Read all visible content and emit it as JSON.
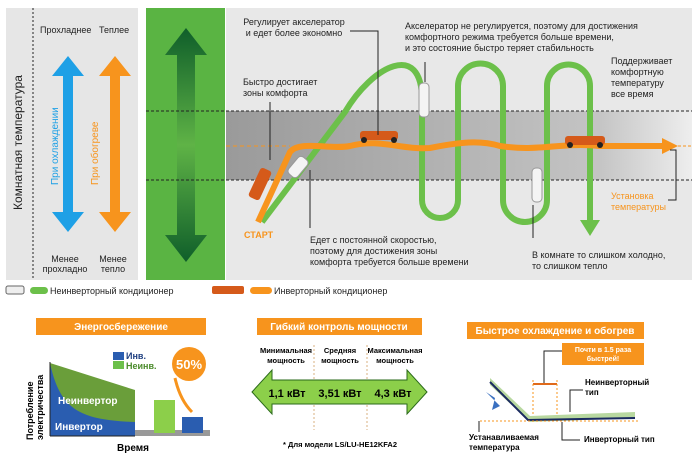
{
  "left_panel": {
    "axis_label": "Комнатная температура",
    "cooler": "Прохладнее",
    "warmer": "Теплее",
    "cooling_arrow": "При охлаждении",
    "heating_arrow": "При обогреве",
    "less_cool": [
      "Менее",
      "прохладно"
    ],
    "less_warm": [
      "Менее",
      "тепло"
    ]
  },
  "main": {
    "callout_accel": [
      "Регулирует акселератор",
      "и едет более экономно"
    ],
    "callout_fast": [
      "Быстро достигает",
      "зоны комфорта"
    ],
    "callout_no_accel": [
      "Акселератор не регулируется, поэтому для достижения",
      "комфортного режима требуется больше времени,",
      "и это состояние быстро теряет стабильность"
    ],
    "callout_maintain": [
      "Поддерживает",
      "комфортную",
      "температуру",
      "все время"
    ],
    "start": "СТАРТ",
    "callout_constant": [
      "Едет с постоянной скоростью,",
      "поэтому для достижения зоны",
      "комфорта требуется больше времени"
    ],
    "callout_cold_warm": [
      "В комнате то слишком холодно,",
      "то слишком тепло"
    ],
    "setpoint": [
      "Установка",
      "температуры"
    ]
  },
  "legend": {
    "non_inverter": "Неинверторный кондиционер",
    "inverter": "Инверторный кондиционер"
  },
  "energy": {
    "title": "Энергосбережение",
    "ylabel": [
      "Потребление",
      "электричества"
    ],
    "xlabel": "Время",
    "legend_inv": "Инв.",
    "legend_noninv": "Неинв.",
    "area_noninv": "Неинвертор",
    "area_inv": "Инвертор",
    "saving": "50%"
  },
  "power": {
    "title": "Гибкий контроль мощности",
    "labels": [
      [
        "Минимальная",
        "мощность"
      ],
      [
        "Средняя",
        "мощность"
      ],
      [
        "Максимальная",
        "мощность"
      ]
    ],
    "values": [
      "1,1 кВт",
      "3,51 кВт",
      "4,3 кВт"
    ],
    "footnote": "* Для модели LS/LU-HE12KFA2"
  },
  "fast": {
    "title": "Быстрое охлаждение и обогрев",
    "badge": [
      "Почти в 1.5 раза",
      "быстрей!"
    ],
    "non_inverter": [
      "Неинверторный",
      "тип"
    ],
    "inverter": "Инверторный тип",
    "setpoint": [
      "Устанавливаемая",
      "температура"
    ]
  },
  "colors": {
    "green": "#6cc04a",
    "orange": "#f7941d",
    "blue": "#1ea0e6",
    "dark_green": "#1b7a33",
    "panel": "#e6e6e6"
  }
}
